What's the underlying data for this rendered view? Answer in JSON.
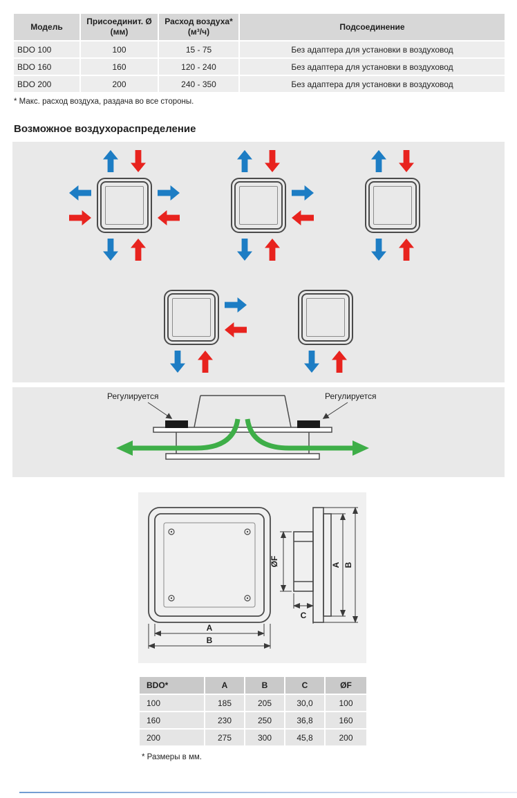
{
  "colors": {
    "supply_blue": "#1d7dc4",
    "exhaust_red": "#e8231e",
    "flow_green": "#3eae48",
    "panel_bg": "#e9e9e9",
    "table_header_bg": "#d7d7d7",
    "table_row_bg": "#ededed",
    "dim_header_bg": "#c9c9c9",
    "dim_row_bg": "#e5e5e5",
    "dims_panel_bg": "#f0f0f0"
  },
  "spec_table": {
    "headers": {
      "model": "Модель",
      "diameter_line1": "Присоединит. Ø",
      "diameter_line2": "(мм)",
      "flow_line1": "Расход воздуха*",
      "flow_line2": "(м³/ч)",
      "connection": "Подсоединение"
    },
    "rows": [
      {
        "model": "BDO 100",
        "diameter": "100",
        "flow": "15 - 75",
        "connection": "Без адаптера для установки в воздуховод"
      },
      {
        "model": "BDO 160",
        "diameter": "160",
        "flow": "120 - 240",
        "connection": "Без адаптера для установки в воздуховод"
      },
      {
        "model": "BDO 200",
        "diameter": "200",
        "flow": "240 - 350",
        "connection": "Без адаптера для установки в воздуховод"
      }
    ],
    "footnote": "* Макс. расход воздуха, раздача во все стороны."
  },
  "airflow_section": {
    "title": "Возможное воздухораспределение",
    "patterns": [
      {
        "name": "four-way",
        "sides": [
          "top",
          "left",
          "right",
          "bottom"
        ]
      },
      {
        "name": "three-way",
        "sides": [
          "top",
          "right",
          "bottom"
        ]
      },
      {
        "name": "two-way-opposite",
        "sides": [
          "top",
          "bottom"
        ]
      },
      {
        "name": "two-way-corner",
        "sides": [
          "right",
          "bottom"
        ]
      },
      {
        "name": "one-way",
        "sides": [
          "bottom"
        ]
      }
    ]
  },
  "adjustment_diagram": {
    "label_left": "Регулируется",
    "label_right": "Регулируется"
  },
  "dimension_diagram": {
    "label_a": "A",
    "label_b": "B",
    "label_c": "C",
    "label_diameter": "ØF"
  },
  "dim_table": {
    "headers": [
      "BDO*",
      "A",
      "B",
      "C",
      "ØF"
    ],
    "rows": [
      [
        "100",
        "185",
        "205",
        "30,0",
        "100"
      ],
      [
        "160",
        "230",
        "250",
        "36,8",
        "160"
      ],
      [
        "200",
        "275",
        "300",
        "45,8",
        "200"
      ]
    ],
    "footnote": "* Размеры в мм."
  }
}
